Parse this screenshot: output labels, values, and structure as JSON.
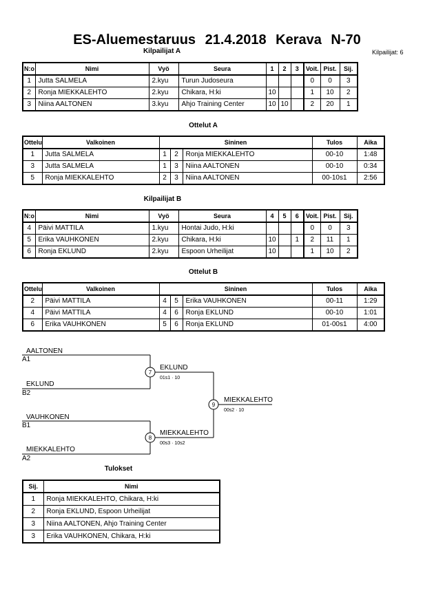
{
  "header": {
    "title": "ES-Aluemestaruus 21.4.2018 Kerava N-70",
    "competitor_count": "Kilpailijat: 6"
  },
  "pool_a": {
    "heading": "Kilpailijat A",
    "columns": {
      "no": "N:o",
      "name": "Nimi",
      "belt": "Vyö",
      "club": "Seura",
      "s1": "1",
      "s2": "2",
      "s3": "3",
      "wins": "Voit.",
      "points": "Pist.",
      "place": "Sij."
    },
    "rows": [
      {
        "no": "1",
        "name": "Jutta SALMELA",
        "belt": "2.kyu",
        "club": "Turun Judoseura",
        "s1": "",
        "s2": "",
        "s3": "",
        "wins": "0",
        "points": "0",
        "place": "3"
      },
      {
        "no": "2",
        "name": "Ronja MIEKKALEHTO",
        "belt": "2.kyu",
        "club": "Chikara, H:ki",
        "s1": "10",
        "s2": "",
        "s3": "",
        "wins": "1",
        "points": "10",
        "place": "2"
      },
      {
        "no": "3",
        "name": "Niina AALTONEN",
        "belt": "3.kyu",
        "club": "Ahjo Training Center",
        "s1": "10",
        "s2": "10",
        "s3": "",
        "wins": "2",
        "points": "20",
        "place": "1"
      }
    ]
  },
  "matches_a": {
    "heading": "Ottelut A",
    "columns": {
      "match": "Ottelu",
      "white": "Valkoinen",
      "blue": "Sininen",
      "result": "Tulos",
      "time": "Aika"
    },
    "rows": [
      {
        "match": "1",
        "white": "Jutta SALMELA",
        "white_no": "1",
        "blue_no": "2",
        "blue": "Ronja MIEKKALEHTO",
        "result": "00-10",
        "time": "1:48"
      },
      {
        "match": "3",
        "white": "Jutta SALMELA",
        "white_no": "1",
        "blue_no": "3",
        "blue": "Niina AALTONEN",
        "result": "00-10",
        "time": "0:34"
      },
      {
        "match": "5",
        "white": "Ronja MIEKKALEHTO",
        "white_no": "2",
        "blue_no": "3",
        "blue": "Niina AALTONEN",
        "result": "00-10s1",
        "time": "2:56"
      }
    ]
  },
  "pool_b": {
    "heading": "Kilpailijat B",
    "columns": {
      "no": "N:o",
      "name": "Nimi",
      "belt": "Vyö",
      "club": "Seura",
      "s1": "4",
      "s2": "5",
      "s3": "6",
      "wins": "Voit.",
      "points": "Pist.",
      "place": "Sij."
    },
    "rows": [
      {
        "no": "4",
        "name": "Päivi MATTILA",
        "belt": "1.kyu",
        "club": "Hontai Judo, H:ki",
        "s1": "",
        "s2": "",
        "s3": "",
        "wins": "0",
        "points": "0",
        "place": "3"
      },
      {
        "no": "5",
        "name": "Erika VAUHKONEN",
        "belt": "2.kyu",
        "club": "Chikara, H:ki",
        "s1": "10",
        "s2": "",
        "s3": "1",
        "wins": "2",
        "points": "11",
        "place": "1"
      },
      {
        "no": "6",
        "name": "Ronja EKLUND",
        "belt": "2.kyu",
        "club": "Espoon Urheilijat",
        "s1": "10",
        "s2": "",
        "s3": "",
        "wins": "1",
        "points": "10",
        "place": "2"
      }
    ]
  },
  "matches_b": {
    "heading": "Ottelut B",
    "columns": {
      "match": "Ottelu",
      "white": "Valkoinen",
      "blue": "Sininen",
      "result": "Tulos",
      "time": "Aika"
    },
    "rows": [
      {
        "match": "2",
        "white": "Päivi MATTILA",
        "white_no": "4",
        "blue_no": "5",
        "blue": "Erika VAUHKONEN",
        "result": "00-11",
        "time": "1:29"
      },
      {
        "match": "4",
        "white": "Päivi MATTILA",
        "white_no": "4",
        "blue_no": "6",
        "blue": "Ronja EKLUND",
        "result": "00-10",
        "time": "1:01"
      },
      {
        "match": "6",
        "white": "Erika VAUHKONEN",
        "white_no": "5",
        "blue_no": "6",
        "blue": "Ronja EKLUND",
        "result": "01-00s1",
        "time": "4:00"
      }
    ]
  },
  "bracket": {
    "semis": [
      {
        "top": {
          "name": "AALTONEN",
          "seed": "A1"
        },
        "bottom": {
          "name": "EKLUND",
          "seed": "B2"
        },
        "match_no": "7",
        "winner": "EKLUND",
        "score": "01s1 · 10"
      },
      {
        "top": {
          "name": "VAUHKONEN",
          "seed": "B1"
        },
        "bottom": {
          "name": "MIEKKALEHTO",
          "seed": "A2"
        },
        "match_no": "8",
        "winner": "MIEKKALEHTO",
        "score": "00s3 · 10s2"
      }
    ],
    "final": {
      "match_no": "9",
      "winner": "MIEKKALEHTO",
      "score": "00s2 · 10"
    }
  },
  "results": {
    "heading": "Tulokset",
    "columns": {
      "place": "Sij.",
      "name": "Nimi"
    },
    "rows": [
      {
        "place": "1",
        "name": "Ronja MIEKKALEHTO, Chikara, H:ki"
      },
      {
        "place": "2",
        "name": "Ronja EKLUND, Espoon Urheilijat"
      },
      {
        "place": "3",
        "name": "Niina AALTONEN, Ahjo Training Center"
      },
      {
        "place": "3",
        "name": "Erika VAUHKONEN, Chikara, H:ki"
      }
    ]
  }
}
